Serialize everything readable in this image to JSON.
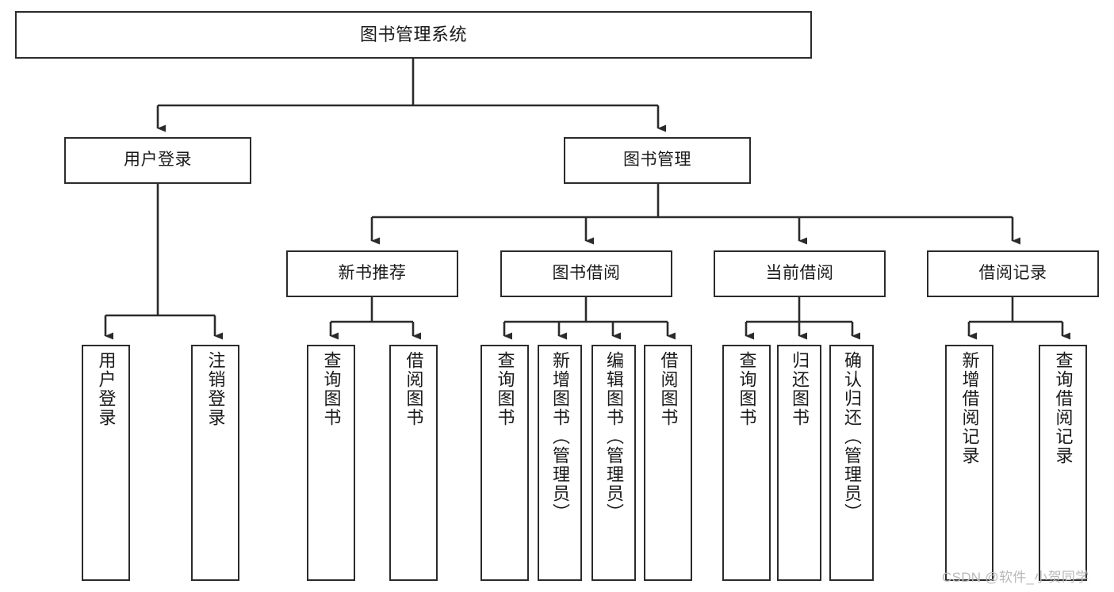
{
  "diagram": {
    "title": "图书管理系统",
    "type": "tree",
    "root": {
      "label": "图书管理系统"
    },
    "level1": [
      {
        "label": "用户登录"
      },
      {
        "label": "图书管理"
      }
    ],
    "level2": [
      {
        "label": "新书推荐"
      },
      {
        "label": "图书借阅"
      },
      {
        "label": "当前借阅"
      },
      {
        "label": "借阅记录"
      }
    ],
    "leaves": {
      "user_login": [
        {
          "label": "用户登录"
        },
        {
          "label": "注销登录"
        }
      ],
      "new_book_recommend": [
        {
          "label": "查询图书"
        },
        {
          "label": "借阅图书"
        }
      ],
      "book_borrow": [
        {
          "label": "查询图书"
        },
        {
          "label": "新增图书（管理员）"
        },
        {
          "label": "编辑图书（管理员）"
        },
        {
          "label": "借阅图书"
        }
      ],
      "current_borrow": [
        {
          "label": "查询图书"
        },
        {
          "label": "归还图书"
        },
        {
          "label": "确认归还（管理员）"
        }
      ],
      "borrow_record": [
        {
          "label": "新增借阅记录"
        },
        {
          "label": "查询借阅记录"
        }
      ]
    }
  },
  "watermark": {
    "text": "CSDN @软件_小贺同学"
  },
  "colors": {
    "stroke": "#2b2b2b",
    "background": "#ffffff",
    "text": "#1a1a1a",
    "watermark": "#b9b9b9"
  }
}
